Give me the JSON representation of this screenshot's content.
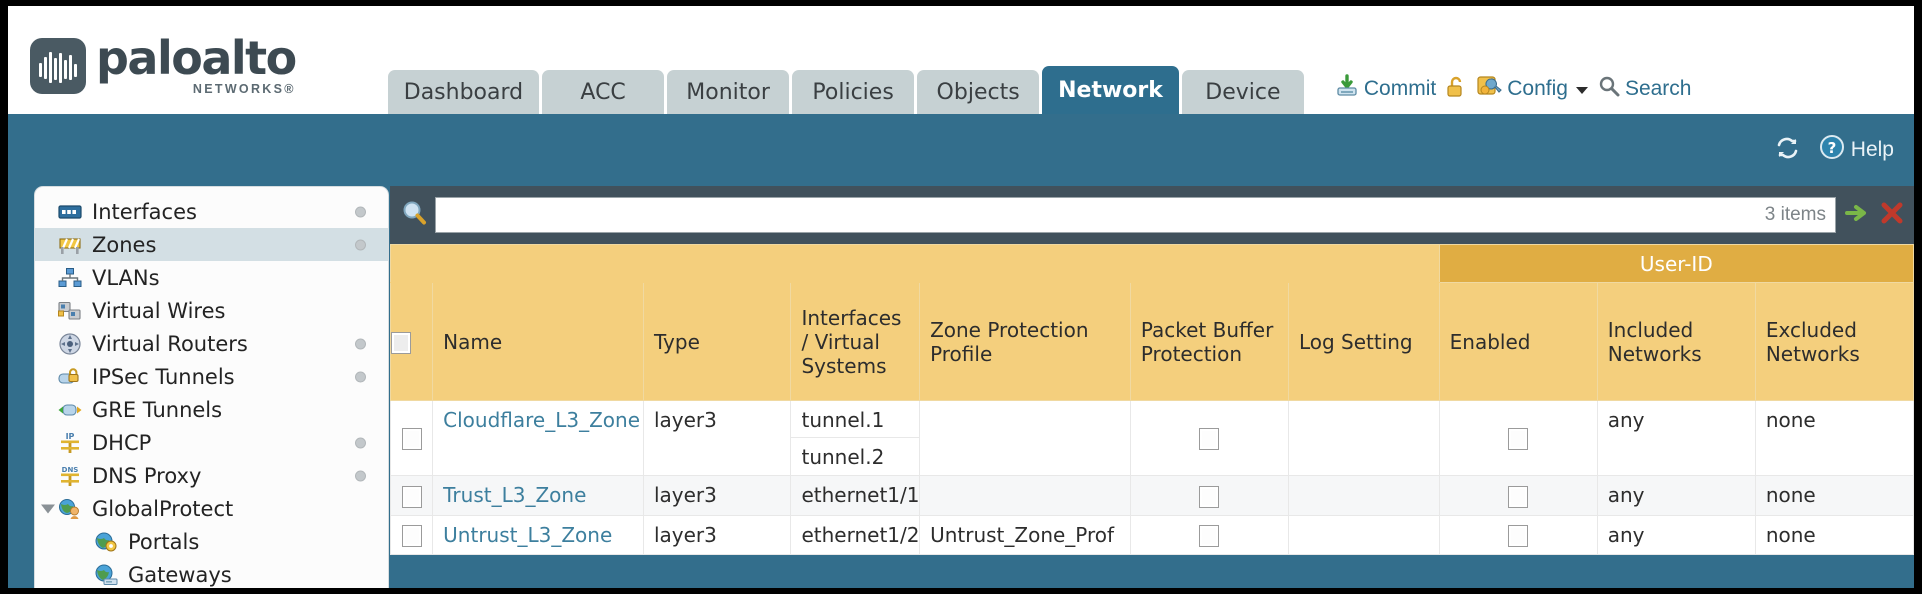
{
  "brand": {
    "name": "paloalto",
    "tagline": "NETWORKS",
    "registered": "®"
  },
  "header": {
    "tabs": [
      {
        "label": "Dashboard",
        "active": false
      },
      {
        "label": "ACC",
        "active": false
      },
      {
        "label": "Monitor",
        "active": false
      },
      {
        "label": "Policies",
        "active": false
      },
      {
        "label": "Objects",
        "active": false
      },
      {
        "label": "Network",
        "active": true
      },
      {
        "label": "Device",
        "active": false
      }
    ],
    "actions": {
      "commit_label": "Commit",
      "commit_icon": "commit-save-icon",
      "lock_icon": "unlocked-padlock-icon",
      "config_label": "Config",
      "config_icon": "config-wrench-icon",
      "config_caret_icon": "chevron-down-icon",
      "search_label": "Search",
      "search_icon": "magnifier-icon"
    }
  },
  "toolbar": {
    "refresh_icon": "refresh-icon",
    "help_label": "Help",
    "help_icon": "help-question-icon"
  },
  "sidebar": {
    "items": [
      {
        "label": "Interfaces",
        "icon": "interfaces-icon",
        "dot": true,
        "selected": false,
        "child": false,
        "caret": false
      },
      {
        "label": "Zones",
        "icon": "zones-barrier-icon",
        "dot": true,
        "selected": true,
        "child": false,
        "caret": false
      },
      {
        "label": "VLANs",
        "icon": "vlans-icon",
        "dot": false,
        "selected": false,
        "child": false,
        "caret": false
      },
      {
        "label": "Virtual Wires",
        "icon": "virtual-wires-icon",
        "dot": false,
        "selected": false,
        "child": false,
        "caret": false
      },
      {
        "label": "Virtual Routers",
        "icon": "virtual-routers-icon",
        "dot": true,
        "selected": false,
        "child": false,
        "caret": false
      },
      {
        "label": "IPSec Tunnels",
        "icon": "ipsec-tunnels-icon",
        "dot": true,
        "selected": false,
        "child": false,
        "caret": false
      },
      {
        "label": "GRE Tunnels",
        "icon": "gre-tunnels-icon",
        "dot": false,
        "selected": false,
        "child": false,
        "caret": false
      },
      {
        "label": "DHCP",
        "icon": "dhcp-icon",
        "dot": true,
        "selected": false,
        "child": false,
        "caret": false
      },
      {
        "label": "DNS Proxy",
        "icon": "dns-proxy-icon",
        "dot": true,
        "selected": false,
        "child": false,
        "caret": false
      },
      {
        "label": "GlobalProtect",
        "icon": "globalprotect-icon",
        "dot": false,
        "selected": false,
        "child": false,
        "caret": true
      },
      {
        "label": "Portals",
        "icon": "portals-icon",
        "dot": false,
        "selected": false,
        "child": true,
        "caret": false
      },
      {
        "label": "Gateways",
        "icon": "gateways-icon",
        "dot": false,
        "selected": false,
        "child": true,
        "caret": false
      }
    ]
  },
  "search": {
    "value": "",
    "placeholder": "",
    "item_count": "3 items",
    "icon": "magnifier-icon",
    "apply_icon": "apply-arrow-icon",
    "clear_icon": "clear-x-icon"
  },
  "table": {
    "group_headers": [
      {
        "label": "User-ID",
        "span": 3
      }
    ],
    "columns": [
      "Name",
      "Type",
      "Interfaces / Virtual Systems",
      "Zone Protection Profile",
      "Packet Buffer Protection",
      "Log Setting",
      "Enabled",
      "Included Networks",
      "Excluded Networks"
    ],
    "rows": [
      {
        "name": "Cloudflare_L3_Zone",
        "type": "layer3",
        "interfaces": [
          "tunnel.1",
          "tunnel.2"
        ],
        "zone_protection_profile": "",
        "packet_buffer_protection": false,
        "log_setting": "",
        "userid_enabled": false,
        "included_networks": "any",
        "excluded_networks": "none"
      },
      {
        "name": "Trust_L3_Zone",
        "type": "layer3",
        "interfaces": [
          "ethernet1/1"
        ],
        "zone_protection_profile": "",
        "packet_buffer_protection": false,
        "log_setting": "",
        "userid_enabled": false,
        "included_networks": "any",
        "excluded_networks": "none"
      },
      {
        "name": "Untrust_L3_Zone",
        "type": "layer3",
        "interfaces": [
          "ethernet1/2"
        ],
        "zone_protection_profile": "Untrust_Zone_Prof",
        "packet_buffer_protection": false,
        "log_setting": "",
        "userid_enabled": false,
        "included_networks": "any",
        "excluded_networks": "none"
      }
    ]
  },
  "colors": {
    "brand_blue": "#336e8c",
    "active_tab": "#2e6e8e",
    "tab_grey": "#c6d1d3",
    "header_amber": "#f4cf7d",
    "group_amber": "#e0ad43",
    "link_blue": "#3d7f9e",
    "toolbar_dark": "#41515c"
  }
}
